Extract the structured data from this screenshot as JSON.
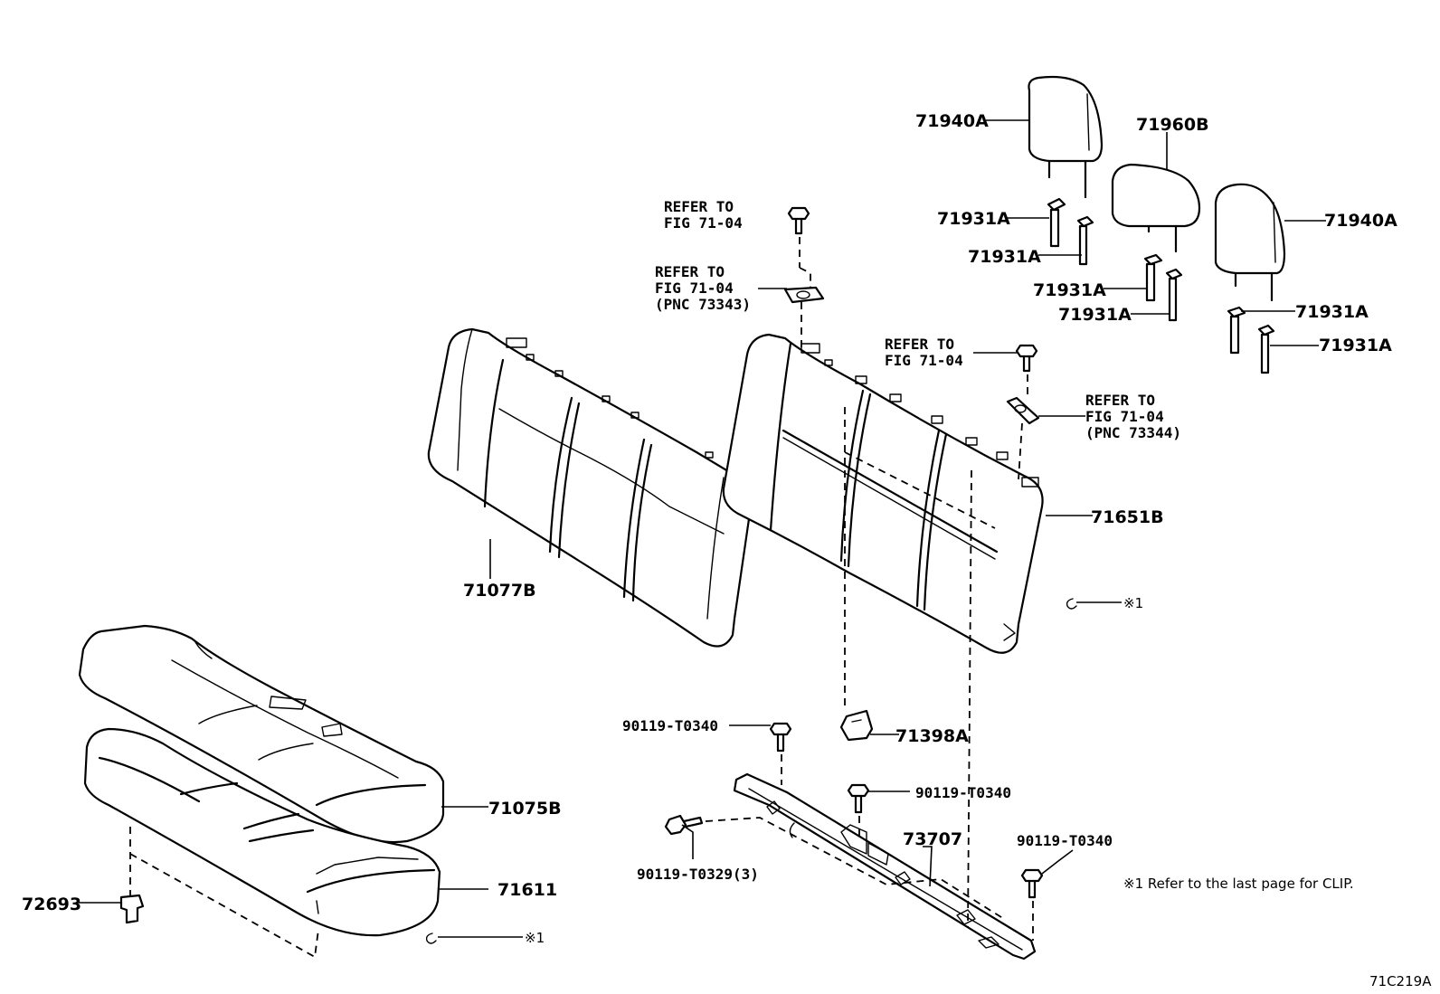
{
  "parts": {
    "p71940A_left": "71940A",
    "p71960B": "71960B",
    "p71940A_right": "71940A",
    "p71931A_1": "71931A",
    "p71931A_2": "71931A",
    "p71931A_3": "71931A",
    "p71931A_4": "71931A",
    "p71931A_5": "71931A",
    "p71931A_6": "71931A",
    "p71651B": "71651B",
    "p71077B": "71077B",
    "p71075B": "71075B",
    "p71611": "71611",
    "p72693": "72693",
    "p71398A": "71398A",
    "p73707": "73707",
    "bolt_a": "90119-T0340",
    "bolt_b": "90119-T0340",
    "bolt_c": "90119-T0340",
    "bolt_d": "90119-T0329(3)"
  },
  "refs": {
    "ref1": {
      "line1": "REFER TO",
      "line2": "FIG 71-04"
    },
    "ref2": {
      "line1": "REFER TO",
      "line2": "FIG 71-04",
      "line3": "(PNC 73343)"
    },
    "ref3": {
      "line1": "REFER TO",
      "line2": "FIG 71-04"
    },
    "ref4": {
      "line1": "REFER TO",
      "line2": "FIG 71-04",
      "line3": "(PNC 73344)"
    }
  },
  "clips": {
    "clip_right": "※1",
    "clip_bottom": "※1"
  },
  "footnote": "※1  Refer to the last page for CLIP.",
  "figure_code": "71C219A"
}
